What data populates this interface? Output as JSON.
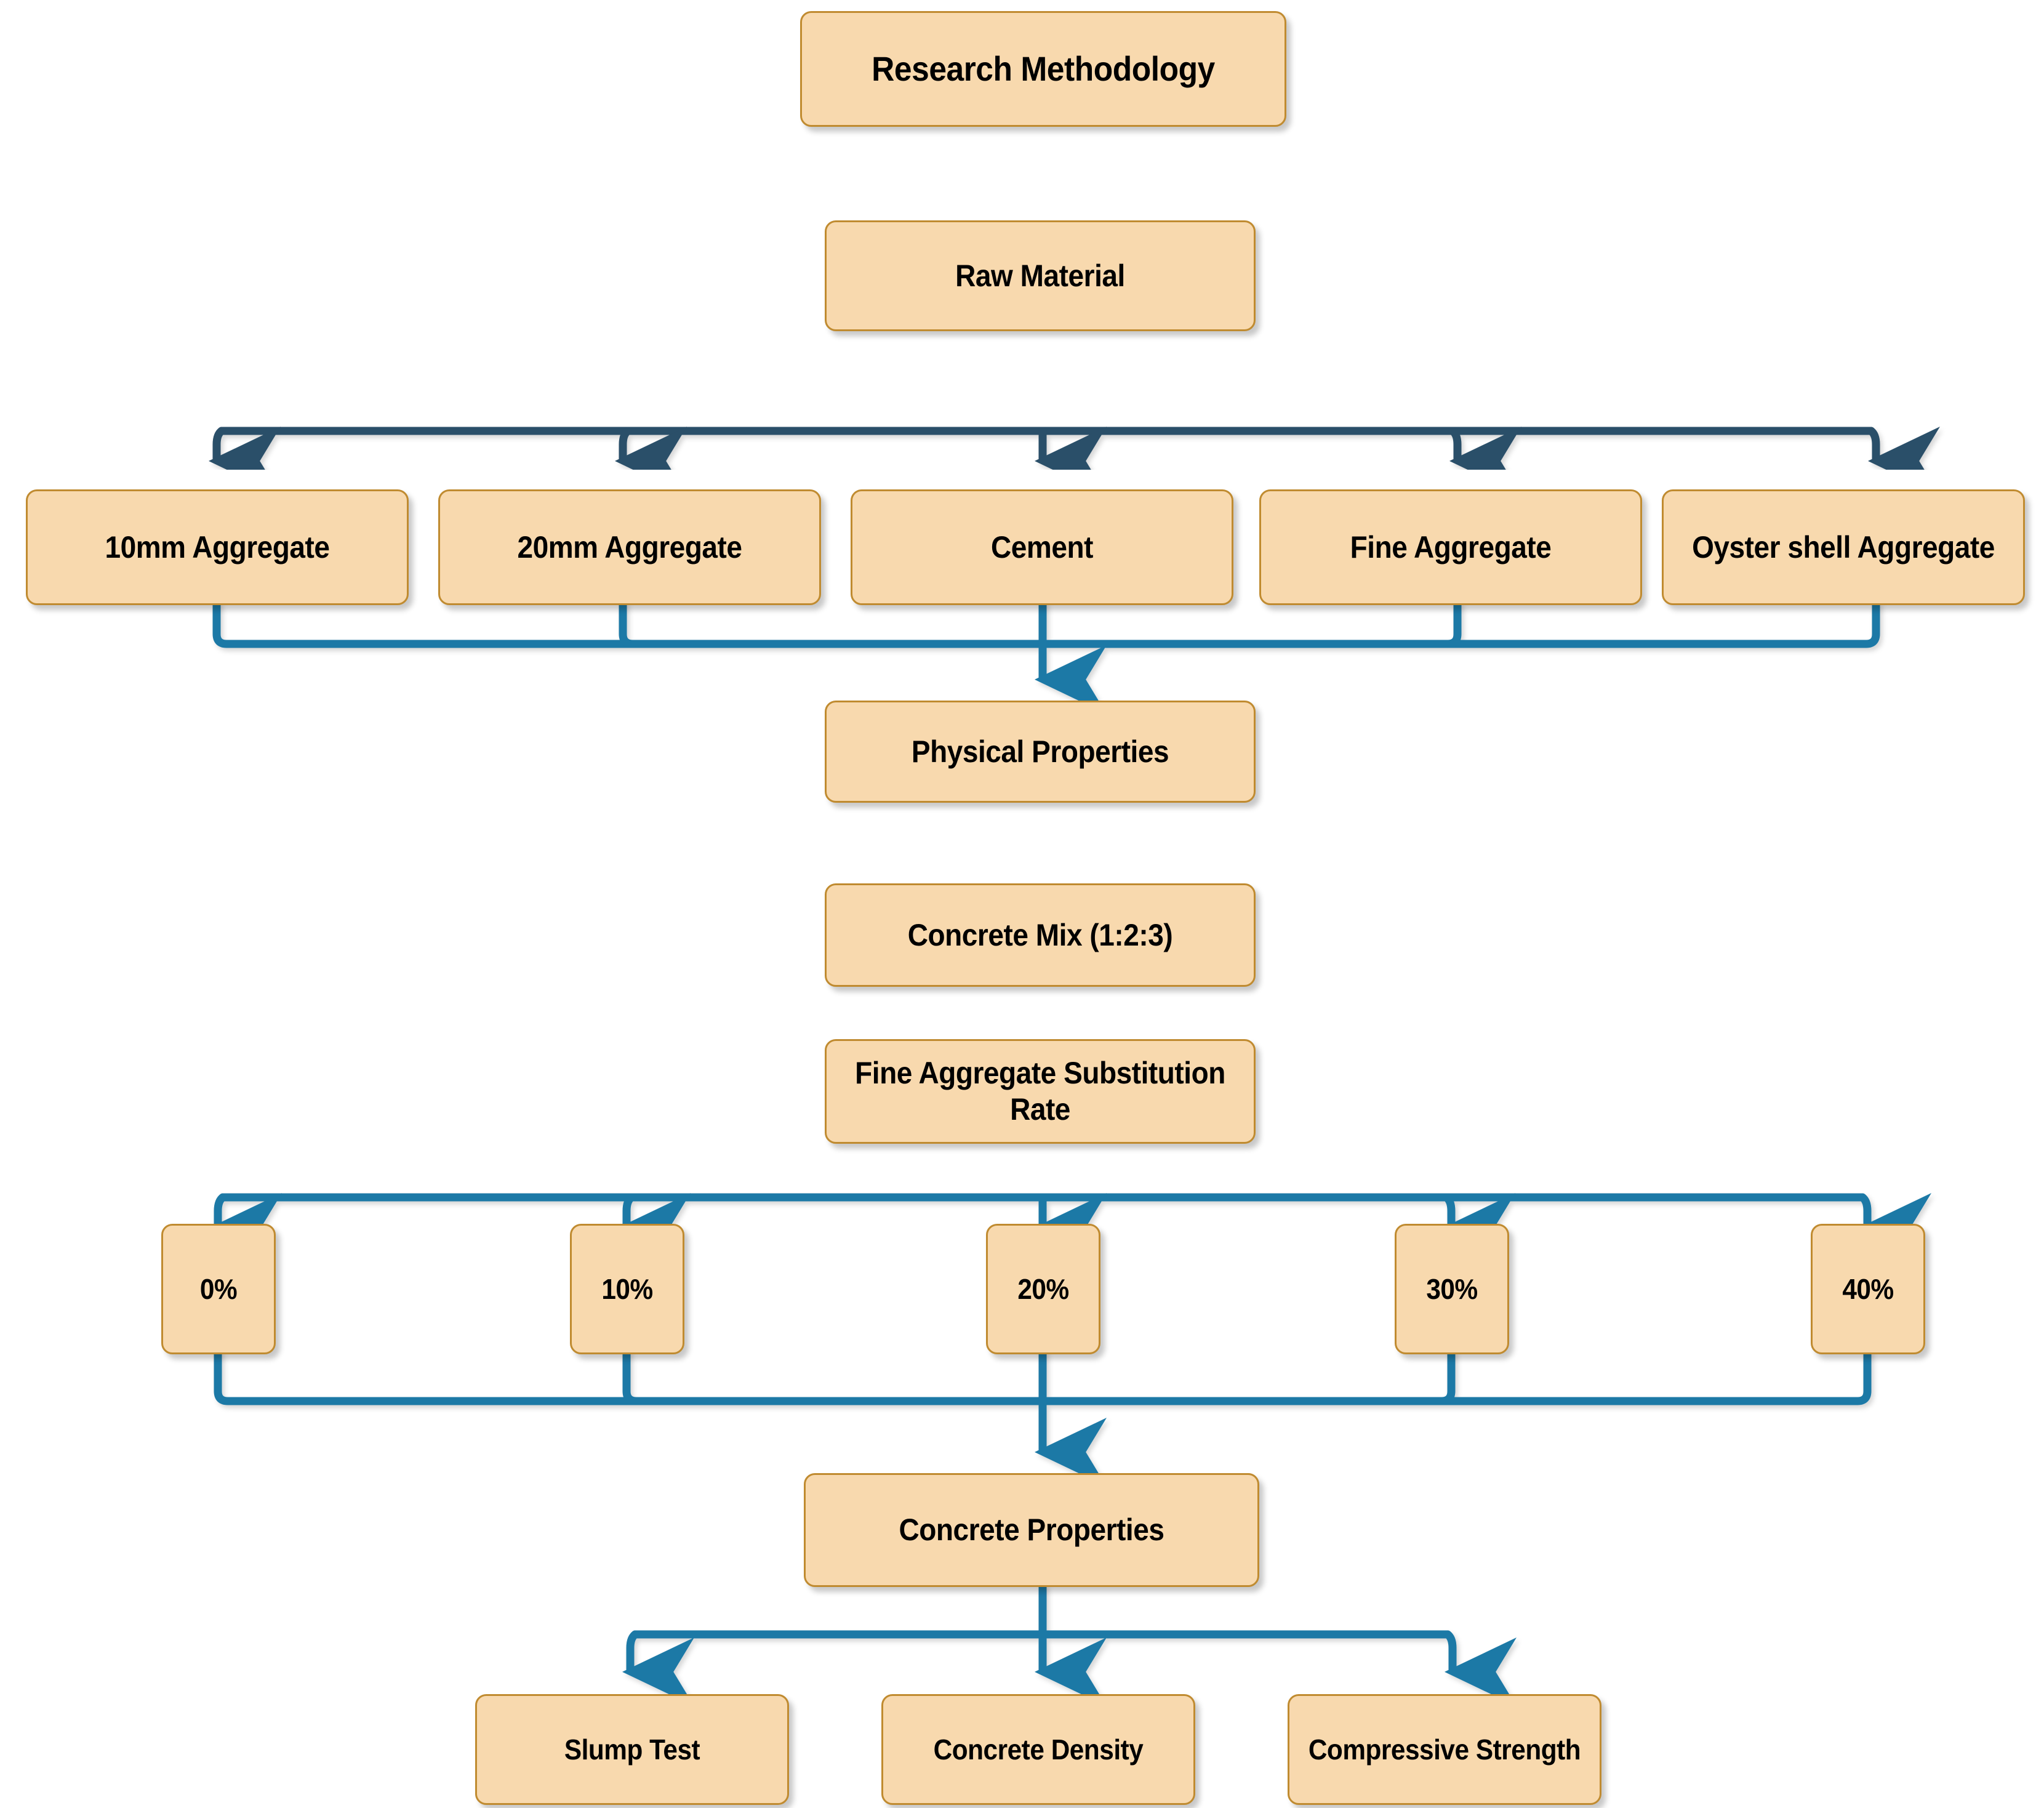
{
  "diagram": {
    "title": "Research Methodology",
    "type": "flowchart",
    "colors": {
      "node_fill": "#F8D9AE",
      "node_border": "#C08B30",
      "node_text": "#000000",
      "edge_dark": "#2C4F69",
      "edge_light": "#1C79A6",
      "background": "#FFFFFF"
    },
    "nodes": {
      "root": "Research Methodology",
      "raw_material": "Raw Material",
      "materials": [
        "10mm Aggregate",
        "20mm Aggregate",
        "Cement",
        "Fine Aggregate",
        "Oyster shell Aggregate"
      ],
      "physical_properties": "Physical Properties",
      "concrete_mix": "Concrete Mix (1:2:3)",
      "substitution_rate": "Fine Aggregate Substitution Rate",
      "substitution_levels": [
        "0%",
        "10%",
        "20%",
        "30%",
        "40%"
      ],
      "concrete_properties": "Concrete Properties",
      "tests": [
        "Slump Test",
        "Concrete Density",
        "Compressive Strength"
      ]
    },
    "flow": [
      "Research Methodology -> Raw Material",
      "Raw Material -> 10mm Aggregate / 20mm Aggregate / Cement / Fine Aggregate / Oyster shell Aggregate",
      "All raw materials -> Physical Properties",
      "Physical Properties -> Concrete Mix (1:2:3)",
      "Concrete Mix (1:2:3) -> Fine Aggregate Substitution Rate",
      "Fine Aggregate Substitution Rate -> 0% / 10% / 20% / 30% / 40%",
      "All substitution levels -> Concrete Properties",
      "Concrete Properties -> Slump Test / Concrete Density / Compressive Strength"
    ]
  }
}
